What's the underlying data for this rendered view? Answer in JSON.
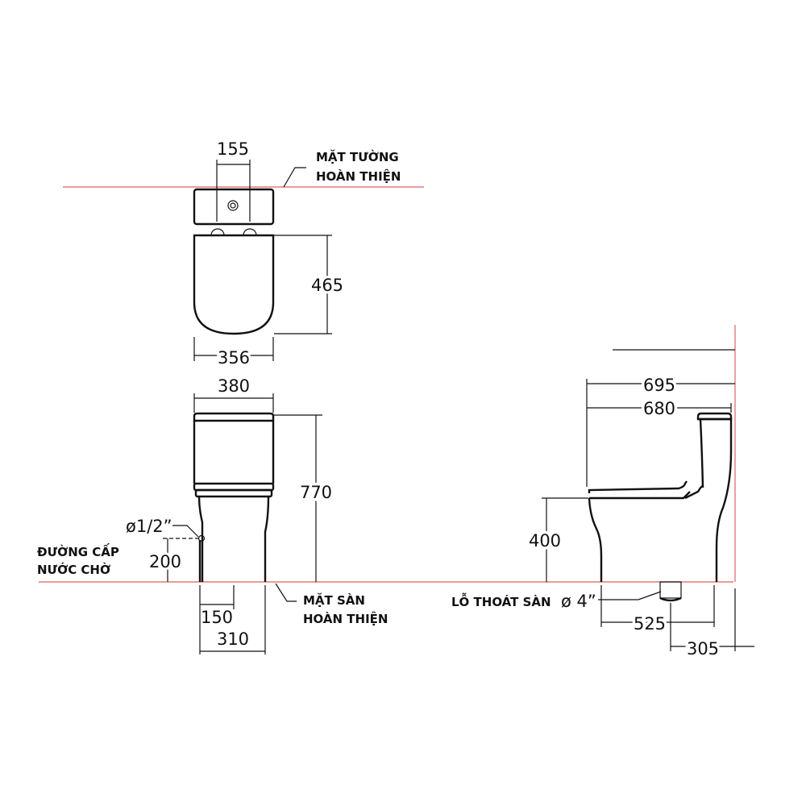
{
  "colors": {
    "line": "#111111",
    "reference": "#e07b7b",
    "background": "#ffffff"
  },
  "labels": {
    "wall_line1": "MẶT TƯỜNG",
    "wall_line2": "HOÀN THIỆN",
    "floor_line1": "MẶT SÀN",
    "floor_line2": "HOÀN THIỆN",
    "supply_line1": "ĐƯỜNG CẤP",
    "supply_line2": "NƯỚC CHỜ",
    "drain": "LỖ THOÁT SÀN",
    "drain_size": "ø 4”",
    "inlet_size": "ø1/2”"
  },
  "dims": {
    "top_width_inlet": "155",
    "top_depth": "465",
    "top_width": "356",
    "front_width": "380",
    "front_height": "770",
    "inlet_height": "200",
    "front_offset": "150",
    "front_base": "310",
    "side_length_total": "695",
    "side_length": "680",
    "seat_height": "400",
    "drain_to_front": "525",
    "drain_to_wall": "305"
  }
}
